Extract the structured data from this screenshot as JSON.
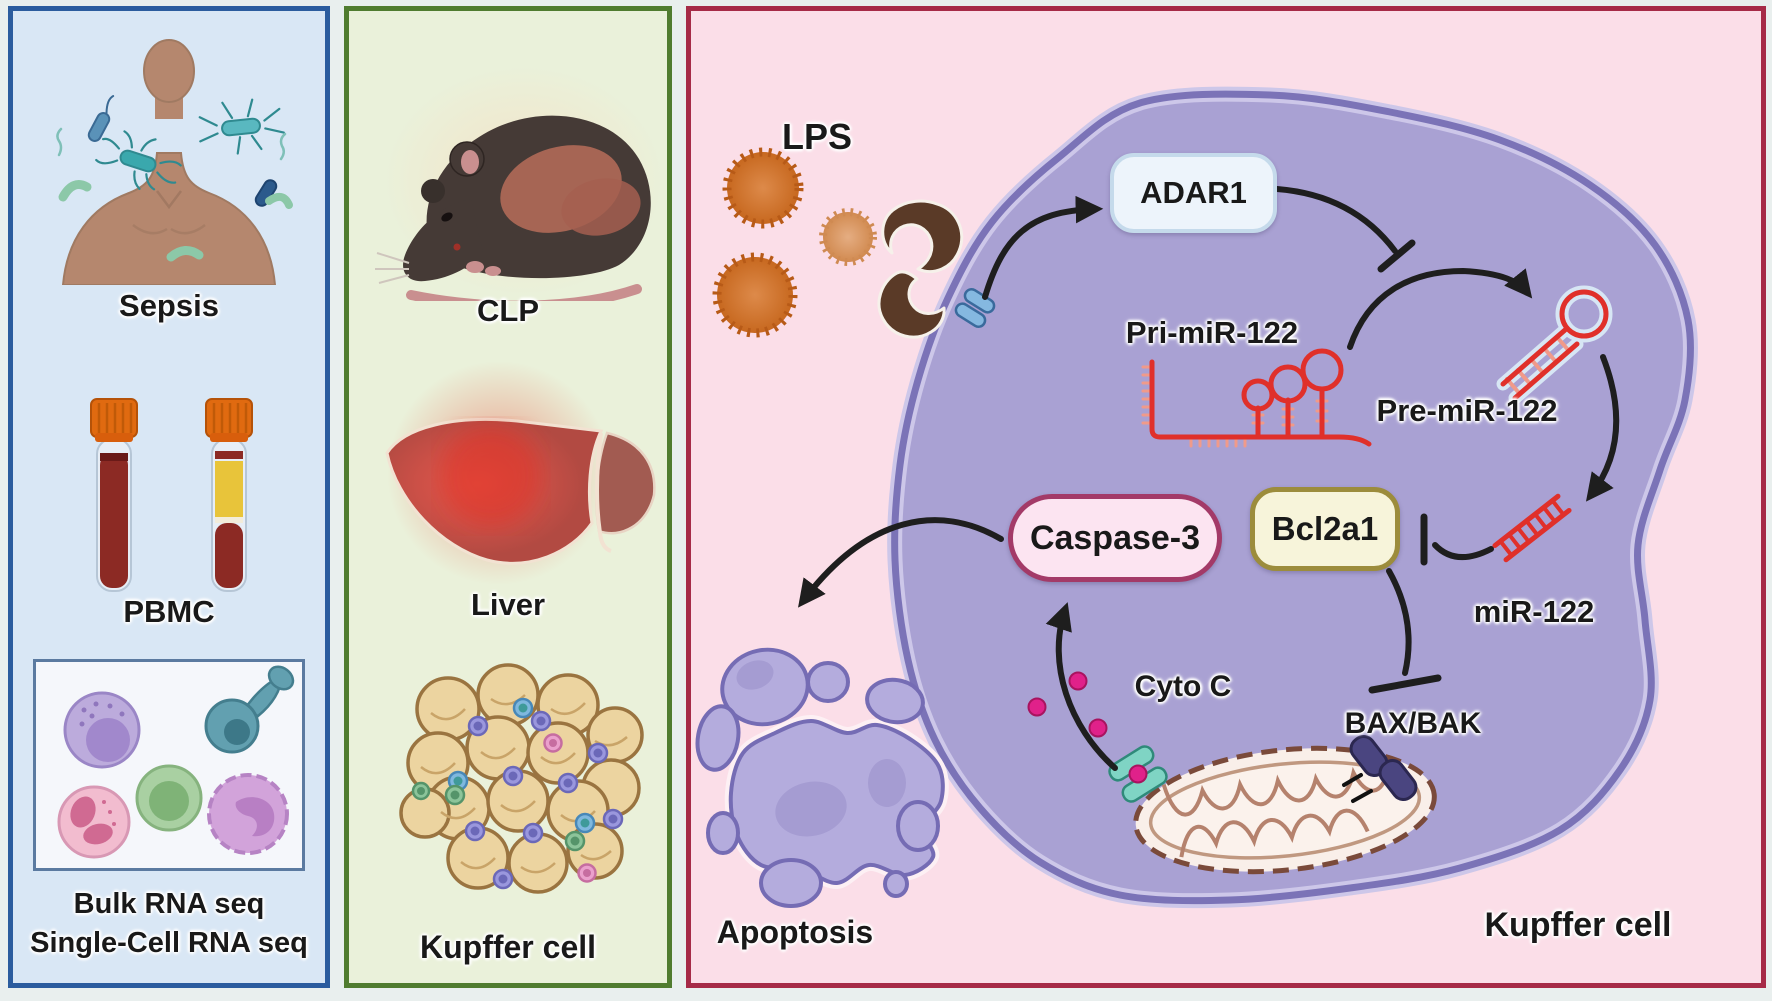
{
  "figure": {
    "sepsis_panel": {
      "sepsis": "Sepsis",
      "pbmc": "PBMC",
      "bulk": "Bulk RNA seq",
      "single": "Single-Cell RNA seq"
    },
    "clp_panel": {
      "clp": "CLP",
      "liver": "Liver",
      "kupffer": "Kupffer cell"
    },
    "mechanism_panel": {
      "lps": "LPS",
      "adar1": "ADAR1",
      "pri": "Pri-miR-122",
      "pre": "Pre-miR-122",
      "mir": "miR-122",
      "bcl2a1": "Bcl2a1",
      "caspase3": "Caspase-3",
      "cytoc": "Cyto C",
      "baxbak": "BAX/BAK",
      "apoptosis": "Apoptosis",
      "kupffer_cell": "Kupffer cell"
    }
  },
  "colors": {
    "page-bg": "#e9efee",
    "text": "#191919",
    "p1-bg": "#d9e7f5",
    "p1-border": "#2b5c9e",
    "p2-bg": "#eaf1da",
    "p2-border": "#507c2f",
    "p3-bg": "#fbdee8",
    "p3-border": "#a62a47",
    "cell-fill": "#a9a1d3",
    "cell-membrane": "#7b73b7",
    "cell-membrane-halo": "#cdc7e9",
    "rna-red": "#e0302a",
    "rna-rung": "#f09a8a",
    "rna-halo": "#d7e6f4",
    "arrow": "#1e1e1e",
    "adar1-fill": "#edf4fb",
    "adar1-border": "#c5daeb",
    "caspase-fill": "#fce4f1",
    "caspase-border": "#a33a68",
    "bcl-fill": "#f7f4da",
    "bcl-border": "#9c8c3c",
    "lps-orange": "#cf6f2b",
    "lps-orange-dark": "#b75a17",
    "lps-orange-light": "#dda272",
    "receptor-brown": "#5a3a27",
    "membrane-peg": "#85b8e0",
    "membrane-peg-border": "#3a6a9c",
    "mito-fill": "#f9efe9",
    "mito-stroke": "#7a4a3a",
    "cristae": "#b5826d",
    "channel-teal": "#7fd4c4",
    "channel-teal-dark": "#2f8a7a",
    "cytoc-dot": "#e0218a",
    "bax-fill": "#4a4580",
    "bax-border": "#2b2750",
    "apo-fill": "#b4acdd",
    "apo-stroke": "#756cb4",
    "apo-nucleus": "#a59cd2",
    "tube-cap": "#e06a10",
    "blood": "#8c2a24",
    "plasma": "#e8c43a",
    "skin": "#b5876e",
    "bacteria-teal": "#3aa8ad",
    "bacteria-green": "#8cc8a8",
    "bacteria-blue": "#2c5a8c",
    "mouse-body": "#453a36",
    "mouse-pink": "#c98f8f",
    "wound": "#b06a58",
    "hepatocyte": "#ecd4a0",
    "hepatocyte-border": "#9a7440",
    "cellbox-bg": "#f5f7fb",
    "cellbox-border": "#5b7aa0"
  }
}
